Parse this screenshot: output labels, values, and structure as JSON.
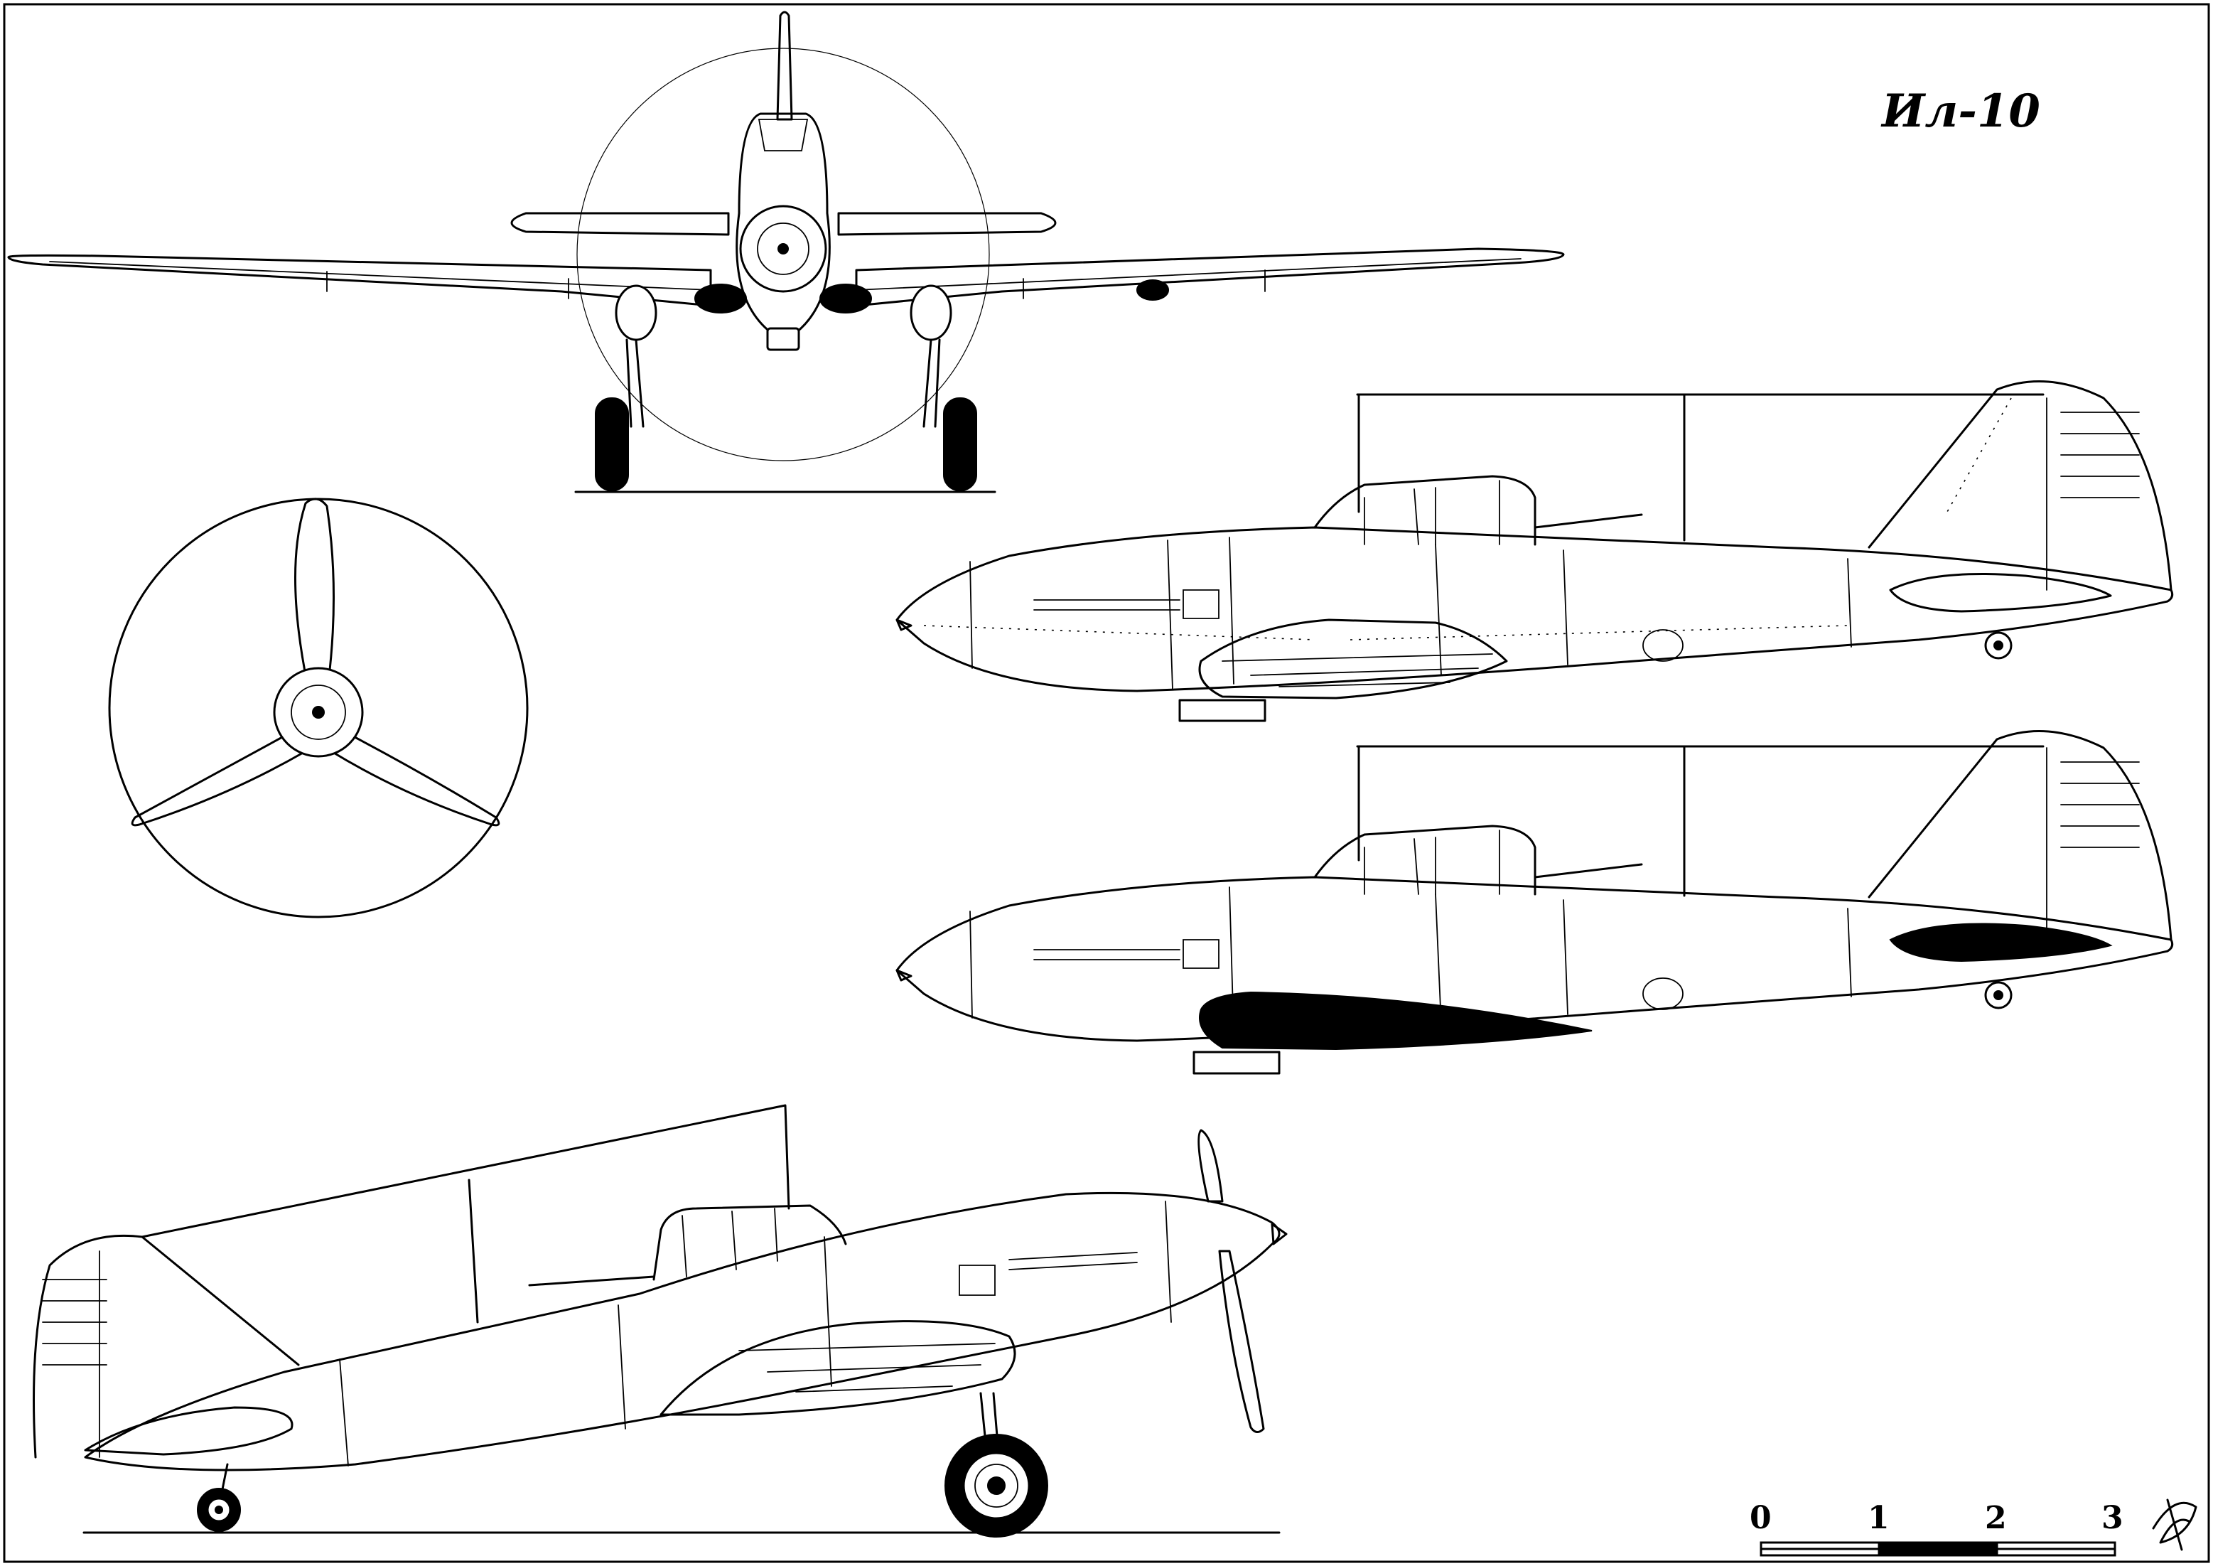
{
  "drawing": {
    "title": "Ил-10",
    "scale": {
      "ticks": [
        "0",
        "1",
        "2",
        "3"
      ]
    }
  }
}
